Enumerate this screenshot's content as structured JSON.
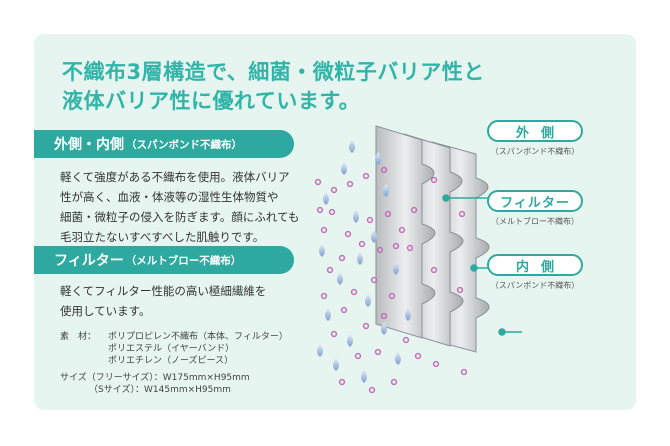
{
  "headline": "不織布3層構造で、細菌・微粒子バリア性と\n液体バリア性に優れています。",
  "sections": {
    "outer": {
      "title": "外側・内側",
      "subtitle": "（スパンボンド不織布）",
      "text": "軽くて強度がある不織布を使用。液体バリア\n性が高く、血液・体液等の湿性生体物質や\n細菌・微粒子の侵入を防ぎます。顔にふれても\n毛羽立たないすべすべした肌触りです。"
    },
    "filter": {
      "title": "フィルター",
      "subtitle": "（メルトブロー不織布）",
      "text": "軽くてフィルター性能の高い極細繊維を\n使用しています。"
    }
  },
  "specs": {
    "material_label": "素　材：",
    "materials": [
      "ポリプロピレン不織布（本体、フィルター）",
      "ポリエステル（イヤーバンド）",
      "ポリエチレン（ノーズピース）"
    ],
    "size_label": "サイズ（フリーサイズ）：",
    "size_free": "W175mm×H95mm",
    "size_s_label": "（Sサイズ）：",
    "size_s": "W145mm×H95mm"
  },
  "labels": {
    "outer": {
      "title": "外側",
      "sub": "（スパンボンド不織布）"
    },
    "filter": {
      "title": "フィルター",
      "sub": "（メルトブロー不織布）"
    },
    "inner": {
      "title": "内側",
      "sub": "（スパンボンド不織布）"
    }
  },
  "colors": {
    "accent": "#2ea99f",
    "headline": "#31b5a9",
    "background": "#e6f5ef",
    "droplet": "#8fb0d8",
    "particle": "#c467b8"
  },
  "icons": [
    "water-droplet-icon",
    "particle-dot-icon"
  ]
}
